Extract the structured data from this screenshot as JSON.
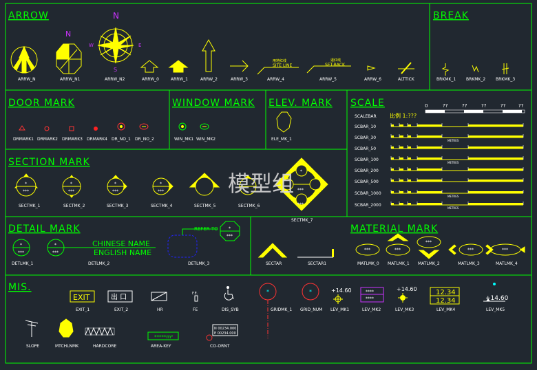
{
  "watermark": "模型组",
  "sections": {
    "arrow": "ARROW",
    "break": "BREAK",
    "door": "DOOR MARK",
    "window": "WINDOW MARK",
    "elev": "ELEV. MARK",
    "scale": "SCALE",
    "section": "SECTION MARK",
    "detail": "DETAIL MARK",
    "material": "MATERIAL MARK",
    "mis": "MIS."
  },
  "arrow": {
    "labels": [
      "ARRW_N",
      "ARRW_N1",
      "ARRW_N2",
      "ARRW_0",
      "ARRW_1",
      "ARRW_2",
      "ARRW_3",
      "ARRW_4",
      "ARRW_5",
      "ARRW_6",
      "ALTTICK"
    ],
    "north": "N",
    "compass": {
      "n": "N",
      "s": "S",
      "e": "E",
      "w": "W"
    },
    "site_line_cn": "用地红线",
    "site_line": "SITE LINE",
    "setback_cn": "退红线",
    "setback": "SET-BACK"
  },
  "break": {
    "labels": [
      "BRKMK_1",
      "BRKMK_2",
      "BRKMK_3"
    ]
  },
  "door": {
    "labels": [
      "DRMARK1",
      "DRMARK2",
      "DRMARK3",
      "DRMARK4",
      "DR_NO_1",
      "DR_NO_2"
    ]
  },
  "window": {
    "labels": [
      "WIN_MK1",
      "WIN_MK2"
    ]
  },
  "elev": {
    "labels": [
      "ELE_MK_1"
    ]
  },
  "scale": {
    "labels": [
      "SCALEBAR",
      "SCBAR_10",
      "SCBAR_30",
      "SCBAR_50",
      "SCBAR_100",
      "SCBAR_200",
      "SCBAR_500",
      "SCBAR_1000",
      "SCBAR_2000"
    ],
    "ratio": "比例 1:???",
    "ticks": [
      "0",
      "??",
      "??",
      "??",
      "??",
      "??"
    ],
    "metres": "METRES"
  },
  "section": {
    "labels": [
      "SECTMK_1",
      "SECTMK_2",
      "SECTMK_3",
      "SECTMK_4",
      "SECTMK_5",
      "SECTMK_6",
      "SECTMK_7"
    ],
    "stars_top": "*",
    "stars_bottom": "***"
  },
  "detail": {
    "labels": [
      "DETLMK_1",
      "DETLMK_2",
      "DETLMK_3",
      "SECTAR",
      "SECTAR1"
    ],
    "chinese_name": "CHINESE NAME",
    "english_name": "ENGLISH NAME",
    "refer_to": "REFER TO"
  },
  "material": {
    "labels": [
      "MATLMK_0",
      "MATLMK_1",
      "MATLMK_2",
      "MATLMK_3",
      "MATLMK_4"
    ],
    "stars": "***"
  },
  "mis": {
    "labels": [
      "EXIT_1",
      "EXIT_2",
      "HR",
      "FE",
      "DIS_SYB",
      "GRIDMK_1",
      "GRID_NUM",
      "LEV_MK1",
      "LEV_MK2",
      "LEV_MK3",
      "LEV_MK4",
      "LEV_MK5",
      "SLOPE",
      "MTCHLNMK",
      "HARDCORE",
      "AREA-KEY",
      "CO-ORNT"
    ],
    "exit": "EXIT",
    "exit_cn": "出 口",
    "fe": "F.E.",
    "lev1": "+14.60",
    "lev2a": "****",
    "lev2b": "****",
    "lev3": "+14.60",
    "lev4a": "12.34",
    "lev4b": "12.34",
    "lev5": "+14.60",
    "area_key": "*****m²",
    "coord_a": "N 00234.000",
    "coord_b": "E 00234.000"
  }
}
